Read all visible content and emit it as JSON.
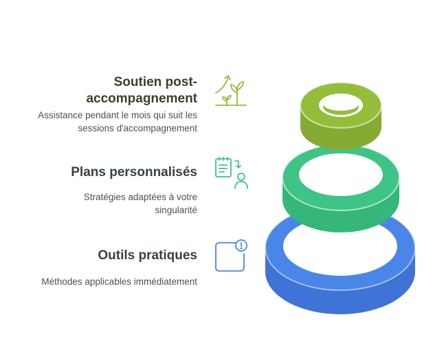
{
  "steps": [
    {
      "title": "Soutien post-accompagnement",
      "title_line1": "Soutien post-",
      "title_line2": "accompagnement",
      "desc_line1": "Assistance pendant le mois qui suit les",
      "desc_line2": "sessions d'accompagnement",
      "icon": "plant-growth-icon",
      "color": "#94bd3a"
    },
    {
      "title": "Plans personnalisés",
      "desc_line1": "Stratégies adaptées à votre",
      "desc_line2": "singularité",
      "icon": "clipboard-person-icon",
      "color": "#3ec486"
    },
    {
      "title": "Outils pratiques",
      "desc_line1": "Méthodes applicables immédiatement",
      "icon": "alert-square-icon",
      "color": "#4a86e8"
    }
  ]
}
